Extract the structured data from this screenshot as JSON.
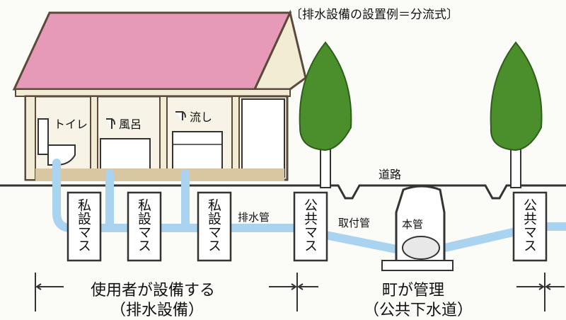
{
  "title": "〔排水設備の設置例＝分流式〕",
  "rooms": {
    "toilet": "トイレ",
    "bath": "風呂",
    "sink": "流し"
  },
  "road": "道路",
  "pipes": {
    "drain": "排水管",
    "lateral": "取付管",
    "main": "本管"
  },
  "boxes": {
    "private": "私設マス",
    "public": "公共マス"
  },
  "sections": {
    "user": {
      "line1": "使用者が設備する",
      "line2": "（排水設備）"
    },
    "town": {
      "line1": "町が管理",
      "line2": "（公共下水道）"
    }
  },
  "colors": {
    "roof": "#e79ab8",
    "pipe": "#a9d3ef",
    "tree": "#4a8f2c",
    "wall": "#f3ecd5"
  },
  "icons": [
    "faucet-icon",
    "tree-icon",
    "house-icon"
  ]
}
